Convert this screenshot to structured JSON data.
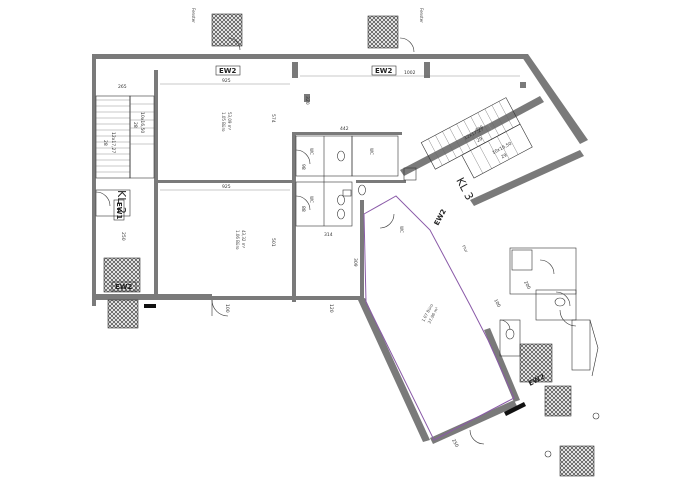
{
  "plan": {
    "stairs": {
      "left_label": "KL 2",
      "right_label": "KL 3",
      "left_spec_a": "12x17,27",
      "left_spec_b": "10x16,50",
      "right_spec_a": "12x17,27",
      "right_spec_b": "10x16,50",
      "left_riser": "28",
      "right_riser": "29",
      "left_riser_b": "28",
      "right_riser_b": "29"
    },
    "codes": {
      "ew2_top_left": "EW2",
      "ew2_top_right": "EW2",
      "ew1_left": "EW1",
      "ew2_left_bottom": "EW2",
      "ew2_right": "EW2",
      "ew2_diag": "EW2"
    },
    "dimensions": {
      "upper_left_width": "925",
      "lower_left_width": "925",
      "upper_right_width": "1002",
      "left_height": "574",
      "lower_height": "501",
      "corridor_width": "442",
      "core_width": "314",
      "opening_a": "309",
      "opening_b": "320",
      "door_a": "88",
      "door_b": "98",
      "left_strip": "265",
      "left_strip_b": "250",
      "bottom_a": "100",
      "bottom_b": "120",
      "right_a": "499",
      "right_b": "100",
      "right_c": "200",
      "right_d": "250"
    },
    "annotations": {
      "room_upper_left": "1.05 Büro",
      "room_lower_left": "1.06 Büro",
      "room_right": "1.07 Büro",
      "area_upper_left": "53,09 m²",
      "area_lower_left": "43,32 m²",
      "area_right": "37,96 m²",
      "wc_a": "WC",
      "wc_b": "WC",
      "wc_c": "WC",
      "wc_d": "WC",
      "gang": "Flur",
      "top_win_a": "Fenster",
      "top_win_b": "Fenster"
    },
    "colors": {
      "wall": "#7a7a7a",
      "line": "#333333",
      "accent_line": "#8a5aa8",
      "fixture_pattern": "#555555"
    }
  }
}
